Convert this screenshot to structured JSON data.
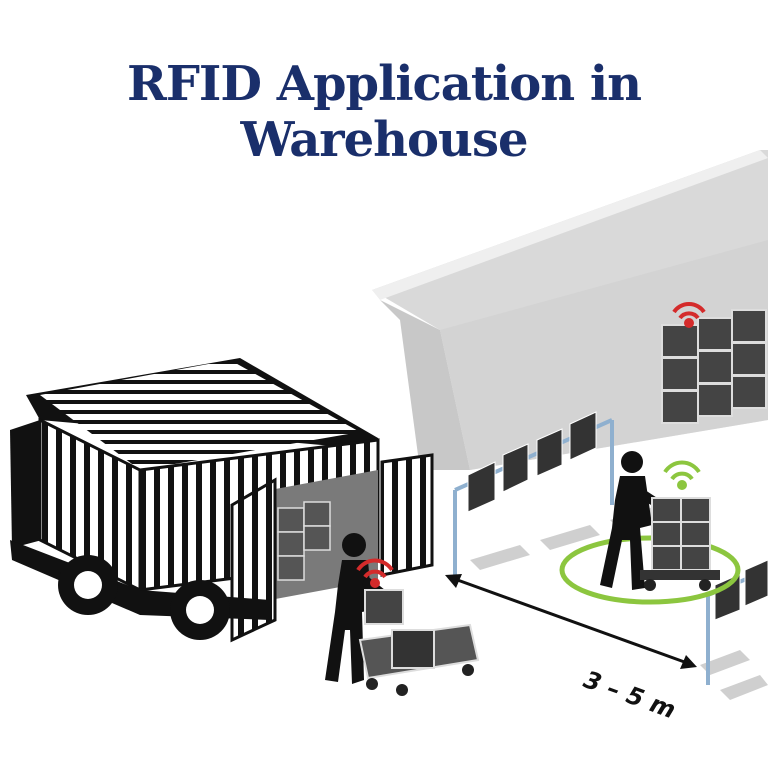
{
  "title": {
    "line1": "RFID Application in",
    "line2": "Warehouse"
  },
  "distance_label": "3 – 5 m",
  "colors": {
    "title": "#1a2f6b",
    "rfid_red": "#d42b2b",
    "rfid_green": "#8cc63f",
    "reader_frame": "#8fb0cf",
    "wall": "#d9d9d9"
  },
  "icons": {
    "truck": "truck-icon",
    "worker": "worker-icon",
    "rfid_signal": "wifi-signal-icon",
    "gate_antenna": "rfid-antenna-icon"
  }
}
